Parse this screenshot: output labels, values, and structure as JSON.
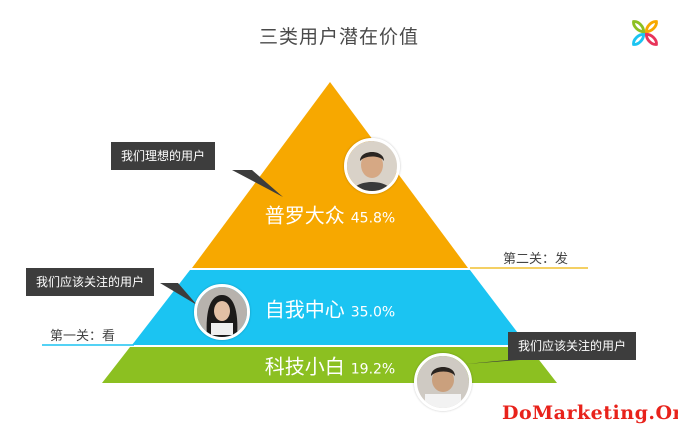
{
  "title": "三类用户潜在价值",
  "colors": {
    "top_layer": "#f7a800",
    "middle_layer": "#1bc4f2",
    "bottom_layer": "#8cc021",
    "callout_bg": "#3d3d3d",
    "gate_line": "#f0c030",
    "watermark": "#e8221b"
  },
  "pyramid": {
    "layers": [
      {
        "name": "普罗大众",
        "percent": "45.8%",
        "value": 45.8
      },
      {
        "name": "自我中心",
        "percent": "35.0%",
        "value": 35.0
      },
      {
        "name": "科技小白",
        "percent": "19.2%",
        "value": 19.2
      }
    ]
  },
  "callouts": {
    "top": "我们理想的用户",
    "middle": "我们应该关注的用户",
    "bottom": "我们应该关注的用户"
  },
  "gates": {
    "first": "第一关：看",
    "second": "第二关：发"
  },
  "watermark": "DoMarketing.Org"
}
